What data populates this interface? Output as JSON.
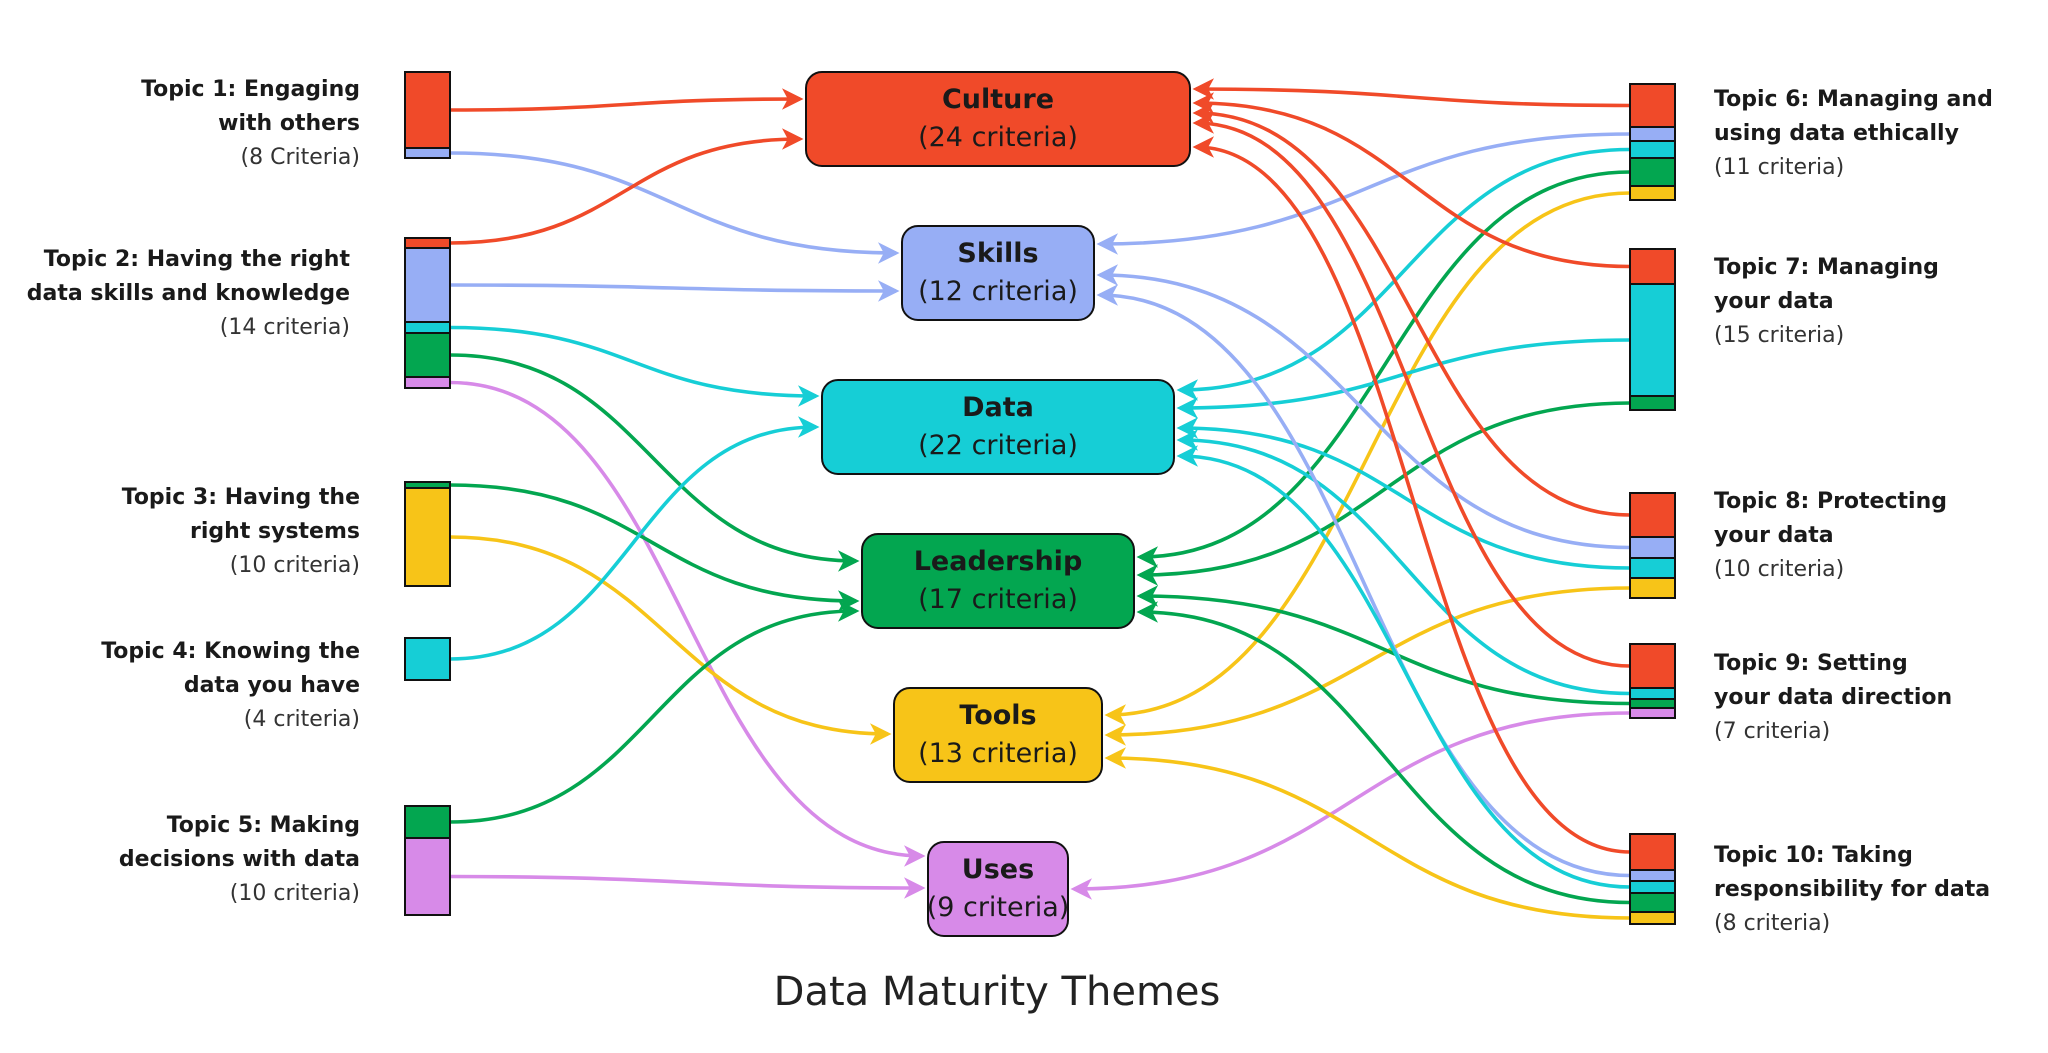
{
  "caption": "Data Maturity Themes",
  "colors": {
    "culture": "#f04a29",
    "skills": "#97aef5",
    "data": "#16ced6",
    "leadership": "#03a650",
    "tools": "#f7c418",
    "uses": "#d78ae8"
  },
  "themes": [
    {
      "key": "culture",
      "name": "Culture",
      "criteria": "(24 criteria)"
    },
    {
      "key": "skills",
      "name": "Skills",
      "criteria": "(12 criteria)"
    },
    {
      "key": "data",
      "name": "Data",
      "criteria": "(22 criteria)"
    },
    {
      "key": "leadership",
      "name": "Leadership",
      "criteria": "(17 criteria)"
    },
    {
      "key": "tools",
      "name": "Tools",
      "criteria": "(13 criteria)"
    },
    {
      "key": "uses",
      "name": "Uses",
      "criteria": "(9 criteria)"
    }
  ],
  "topics_left": [
    {
      "id": "t1",
      "title_lines": [
        "Topic 1: Engaging",
        "with others"
      ],
      "criteria": "(8 Criteria)",
      "segments": [
        "culture",
        "skills"
      ]
    },
    {
      "id": "t2",
      "title_lines": [
        "Topic 2: Having the right",
        "data skills and knowledge"
      ],
      "criteria": "(14 criteria)",
      "segments": [
        "culture",
        "skills",
        "data",
        "leadership",
        "uses"
      ]
    },
    {
      "id": "t3",
      "title_lines": [
        "Topic 3: Having the",
        "right systems"
      ],
      "criteria": "(10 criteria)",
      "segments": [
        "leadership",
        "tools"
      ]
    },
    {
      "id": "t4",
      "title_lines": [
        "Topic 4: Knowing the",
        "data you have"
      ],
      "criteria": "(4 criteria)",
      "segments": [
        "data"
      ]
    },
    {
      "id": "t5",
      "title_lines": [
        "Topic 5: Making",
        "decisions with data"
      ],
      "criteria": "(10 criteria)",
      "segments": [
        "leadership",
        "uses"
      ]
    }
  ],
  "topics_right": [
    {
      "id": "t6",
      "title_lines": [
        "Topic 6: Managing and",
        "using data ethically"
      ],
      "criteria": "(11 criteria)",
      "segments": [
        "culture",
        "skills",
        "data",
        "leadership",
        "tools"
      ]
    },
    {
      "id": "t7",
      "title_lines": [
        "Topic 7: Managing",
        "your data"
      ],
      "criteria": "(15 criteria)",
      "segments": [
        "culture",
        "data",
        "leadership"
      ]
    },
    {
      "id": "t8",
      "title_lines": [
        "Topic 8: Protecting",
        "your data"
      ],
      "criteria": "(10 criteria)",
      "segments": [
        "culture",
        "skills",
        "data",
        "tools"
      ]
    },
    {
      "id": "t9",
      "title_lines": [
        "Topic 9: Setting",
        "your data direction"
      ],
      "criteria": "(7 criteria)",
      "segments": [
        "culture",
        "data",
        "leadership",
        "uses"
      ]
    },
    {
      "id": "t10",
      "title_lines": [
        "Topic 10: Taking",
        "responsibility for data"
      ],
      "criteria": "(8 criteria)",
      "segments": [
        "culture",
        "skills",
        "data",
        "leadership",
        "tools"
      ]
    }
  ],
  "links": [
    {
      "topic": "t1",
      "theme": "culture"
    },
    {
      "topic": "t1",
      "theme": "skills"
    },
    {
      "topic": "t2",
      "theme": "culture"
    },
    {
      "topic": "t2",
      "theme": "skills"
    },
    {
      "topic": "t2",
      "theme": "data"
    },
    {
      "topic": "t2",
      "theme": "leadership"
    },
    {
      "topic": "t2",
      "theme": "uses"
    },
    {
      "topic": "t3",
      "theme": "leadership"
    },
    {
      "topic": "t3",
      "theme": "tools"
    },
    {
      "topic": "t4",
      "theme": "data"
    },
    {
      "topic": "t5",
      "theme": "leadership"
    },
    {
      "topic": "t5",
      "theme": "uses"
    },
    {
      "topic": "t6",
      "theme": "culture"
    },
    {
      "topic": "t6",
      "theme": "skills"
    },
    {
      "topic": "t6",
      "theme": "data"
    },
    {
      "topic": "t6",
      "theme": "leadership"
    },
    {
      "topic": "t6",
      "theme": "tools"
    },
    {
      "topic": "t7",
      "theme": "culture"
    },
    {
      "topic": "t7",
      "theme": "data"
    },
    {
      "topic": "t7",
      "theme": "leadership"
    },
    {
      "topic": "t8",
      "theme": "culture"
    },
    {
      "topic": "t8",
      "theme": "skills"
    },
    {
      "topic": "t8",
      "theme": "data"
    },
    {
      "topic": "t8",
      "theme": "tools"
    },
    {
      "topic": "t9",
      "theme": "culture"
    },
    {
      "topic": "t9",
      "theme": "data"
    },
    {
      "topic": "t9",
      "theme": "leadership"
    },
    {
      "topic": "t9",
      "theme": "uses"
    },
    {
      "topic": "t10",
      "theme": "culture"
    },
    {
      "topic": "t10",
      "theme": "skills"
    },
    {
      "topic": "t10",
      "theme": "data"
    },
    {
      "topic": "t10",
      "theme": "leadership"
    },
    {
      "topic": "t10",
      "theme": "tools"
    }
  ]
}
